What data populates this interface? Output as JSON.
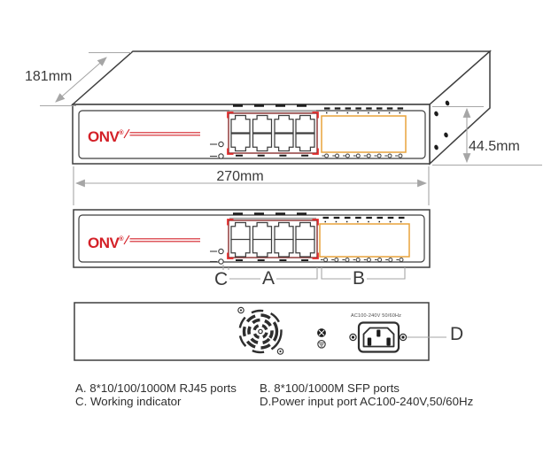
{
  "diagram": {
    "brand": "ONV",
    "brand_reg": "®",
    "dimensions": {
      "depth": "181mm",
      "width": "270mm",
      "height": "44.5mm"
    },
    "callouts": {
      "a": "A",
      "b": "B",
      "c": "C",
      "d": "D"
    },
    "rear": {
      "power_rating": "AC100-240V 50/60Hz"
    },
    "legend": {
      "a": "A. 8*10/100/1000M RJ45 ports",
      "b": "B. 8*100/1000M SFP ports",
      "c": "C. Working indicator",
      "d": "D.Power input port AC100-240V,50/60Hz"
    },
    "colors": {
      "line": "#3f3f3f",
      "dimension": "#a6a6a6",
      "brand_red": "#d42128",
      "port_frame_red": "#8a2f2f",
      "corner_mark_red": "#e32b2b",
      "sfp_orange": "#e8a33c",
      "text": "#2f2f2f"
    }
  }
}
